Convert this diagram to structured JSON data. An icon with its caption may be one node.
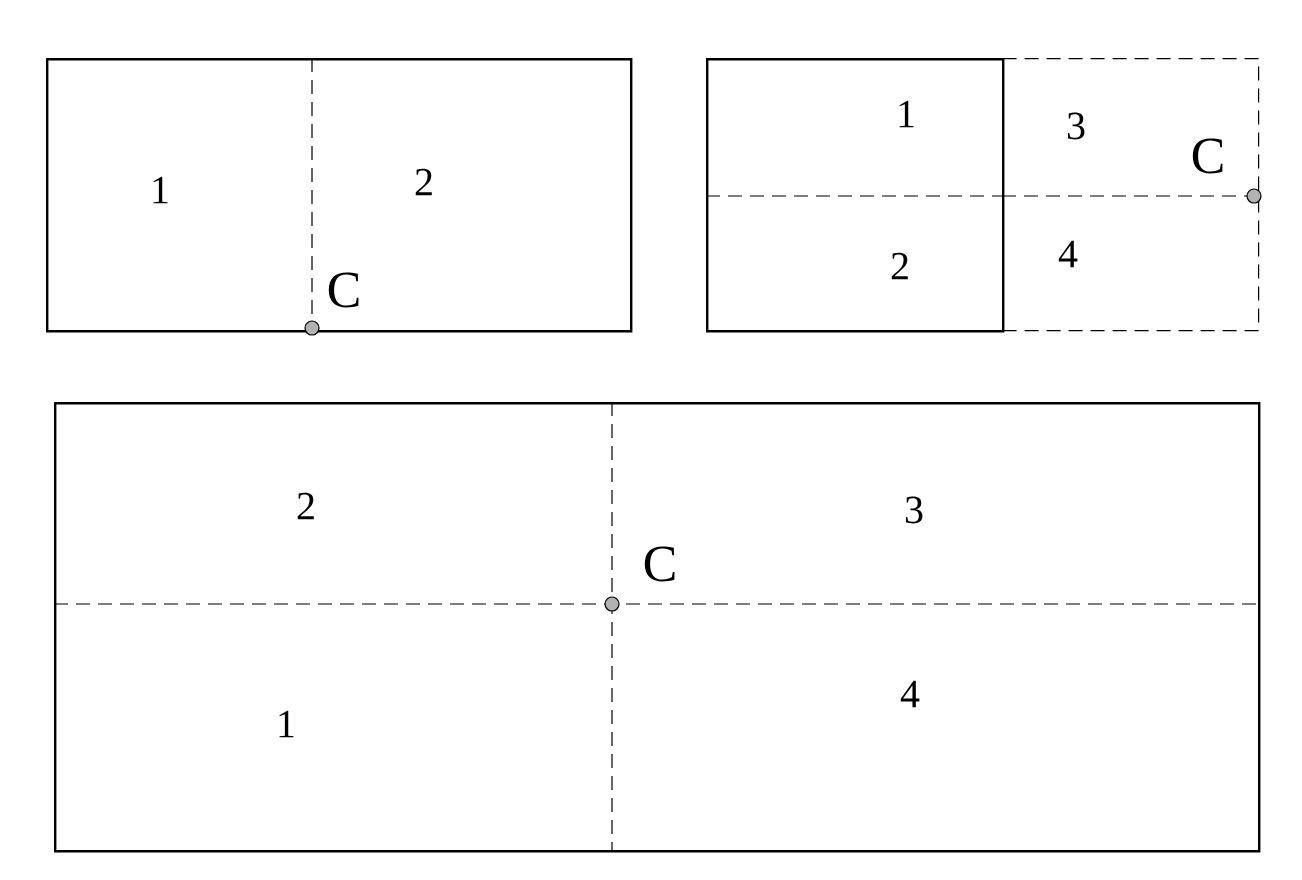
{
  "diagram": {
    "nodes": [
      {
        "text": [
          "1",
          "2"
        ]
      },
      {
        "text": [
          "1",
          "2"
        ]
      },
      {
        "text": [
          "3",
          "4"
        ]
      },
      {
        "text": [
          "2",
          "3",
          "1",
          "4"
        ]
      }
    ],
    "labels": [
      "C",
      "C",
      "C"
    ]
  }
}
